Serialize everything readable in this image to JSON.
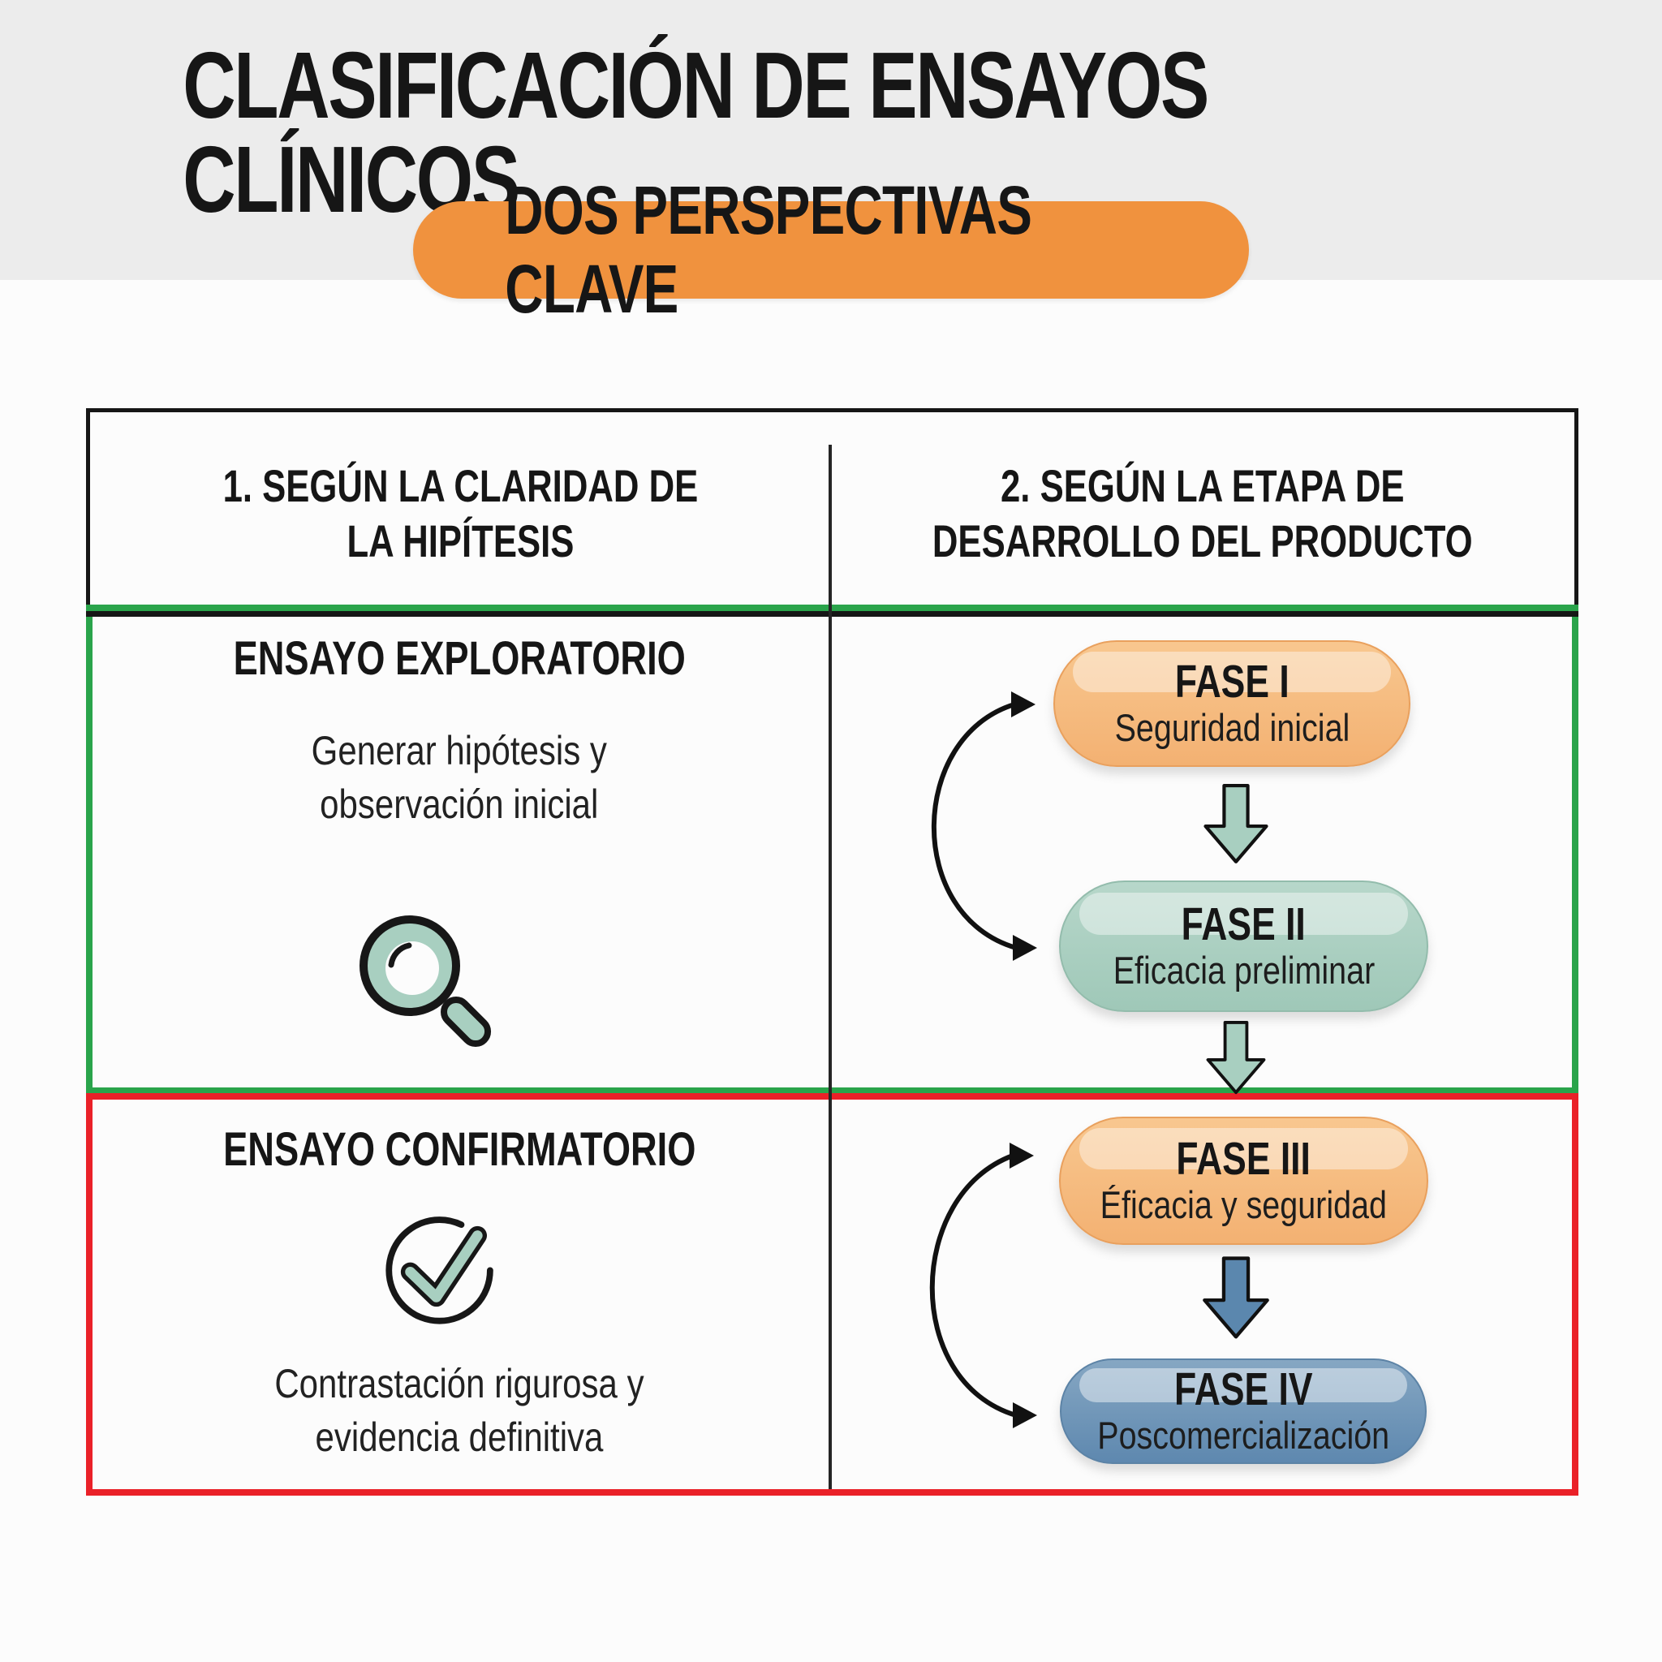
{
  "header": {
    "title": "CLASIFICACIÓN DE ENSAYOS CLÍNICOS",
    "badge": "DOS PERSPECTIVAS CLAVE"
  },
  "table": {
    "column_headers": [
      "1. SEGÚN LA CLARIDAD DE\nLA HIPÍTESIS",
      "2. SEGÚN LA ETAPA DE\nDESARROLLO DEL PRODUCTO"
    ],
    "rows": [
      {
        "left": {
          "heading": "ENSAYO EXPLORATORIO",
          "description": "Generar hipótesis y\nobservación inicial",
          "icon": "magnifier-icon"
        },
        "right": {
          "phases": [
            {
              "label": "FASE I",
              "description": "Seguridad inicial",
              "color": "#F5B97E"
            },
            {
              "label": "FASE II",
              "description": "Eficacia preliminar",
              "color": "#A8CFC0"
            }
          ]
        }
      },
      {
        "left": {
          "heading": "ENSAYO CONFIRMATORIO",
          "description": "Contrastación rigurosa y\nevidencia definitiva",
          "icon": "check-icon"
        },
        "right": {
          "phases": [
            {
              "label": "FASE III",
              "description": "Éficacia y seguridad",
              "color": "#F5B97E"
            },
            {
              "label": "FASE IV",
              "description": "Poscomercialización",
              "color": "#6E96BA"
            }
          ]
        }
      }
    ]
  },
  "colors": {
    "background_top": "#ECECEC",
    "background_main": "#FCFCFC",
    "badge_orange": "#F0923E",
    "green_border": "#2AA44B",
    "red_border": "#EA2128",
    "black_border": "#161616",
    "mint": "#A8CFC0",
    "arrow_blue": "#5B87AE"
  }
}
